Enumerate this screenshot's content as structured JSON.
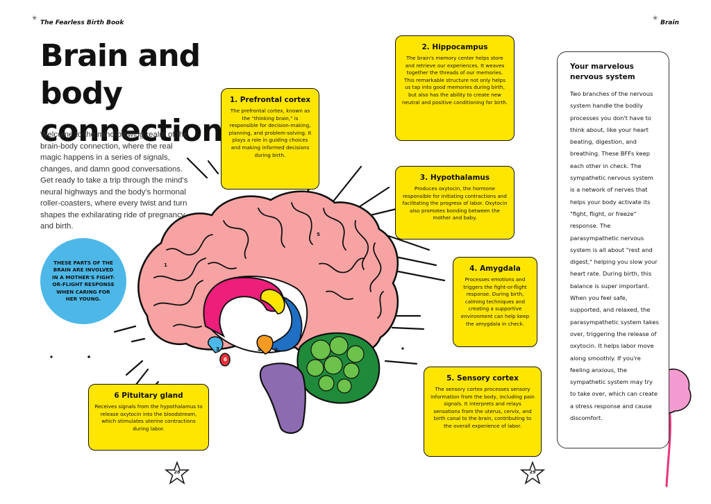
{
  "header": {
    "left": "The Fearless Birth Book",
    "right": "Brain"
  },
  "title": {
    "line1": "Brain and body",
    "line2": "connection"
  },
  "intro": "Welcome to the mind-blowing realm of the brain-body connection, where the real magic happens in a series of signals, changes, and damn good conversations. Get ready to take a trip through the mind's neural highways and the body's hormonal roller-coasters, where every twist and turn shapes the exhilarating ride of pregnancy and birth.",
  "bubble": "These parts of the brain are involved in a mother's fight-or-flight response when caring for her young.",
  "cards": {
    "prefrontal": {
      "title": "1. Prefrontal cortex",
      "body": "The prefrontal cortex, known as the \"thinking brain,\" is responsible for decision-making, planning, and problem-solving. It plays a role in guiding choices and making informed decisions during birth."
    },
    "hippocampus": {
      "title": "2. Hippocampus",
      "body": "The brain's memory center helps store and retrieve our experiences. It weaves together the threads of our memories. This remarkable structure not only helps us tap into good memories during birth, but also has the ability to create new neutral and positive conditioning for birth."
    },
    "hypothalamus": {
      "title": "3. Hypothalamus",
      "body": "Produces oxytocin, the hormone responsible for initiating contractions and facilitating the progress of labor. Oxytocin also promotes bonding between the mother and baby."
    },
    "amygdala": {
      "title": "4. Amygdala",
      "body": "Processes emotions and triggers the fight-or-flight response. During birth, calming techniques and creating a supportive environment can help keep the amygdala in check."
    },
    "sensory": {
      "title": "5. Sensory cortex",
      "body": "The sensory cortex processes sensory information from the body, including pain signals. It interprets and relays sensations from the uterus, cervix, and birth canal to the brain, contributing to the overall experience of labor."
    },
    "pituitary": {
      "title": "6 Pituitary gland",
      "body": "Receives signals from the hypothalamus to release oxytocin into the bloodstream, which stimulates uterine contractions during labor."
    }
  },
  "sidebar": {
    "title": "Your marvelous nervous system",
    "body": "Two branches of the nervous system handle the bodily processes you don't have to think about, like your heart beating, digestion, and breathing. These BFFs keep each other in check. The sympathetic nervous system is a network of nerves that helps your body activate its \"fight, flight, or freeze\" response. The parasympathetic nervous system is all about \"rest and digest,\" helping you slow your heart rate. During birth, this balance is super important. When you feel safe, supported, and relaxed, the parasympathetic system takes over, triggering the release of oxytocin. It helps labor move along smoothly. If you're feeling anxious, the sympathetic system may try to take over, which can create a stress response and cause discomfort."
  },
  "brain_labels": [
    "1",
    "2",
    "3",
    "4",
    "5",
    "6"
  ],
  "pages": {
    "left": "28",
    "right": "29"
  },
  "colors": {
    "yellow": "#ffe600",
    "blue": "#4db8e8",
    "brain_pink": "#f8a3a3",
    "magenta": "#ee1e7b",
    "cerebellum_green": "#1f8a3a",
    "brainstem_purple": "#8d6bb1"
  }
}
